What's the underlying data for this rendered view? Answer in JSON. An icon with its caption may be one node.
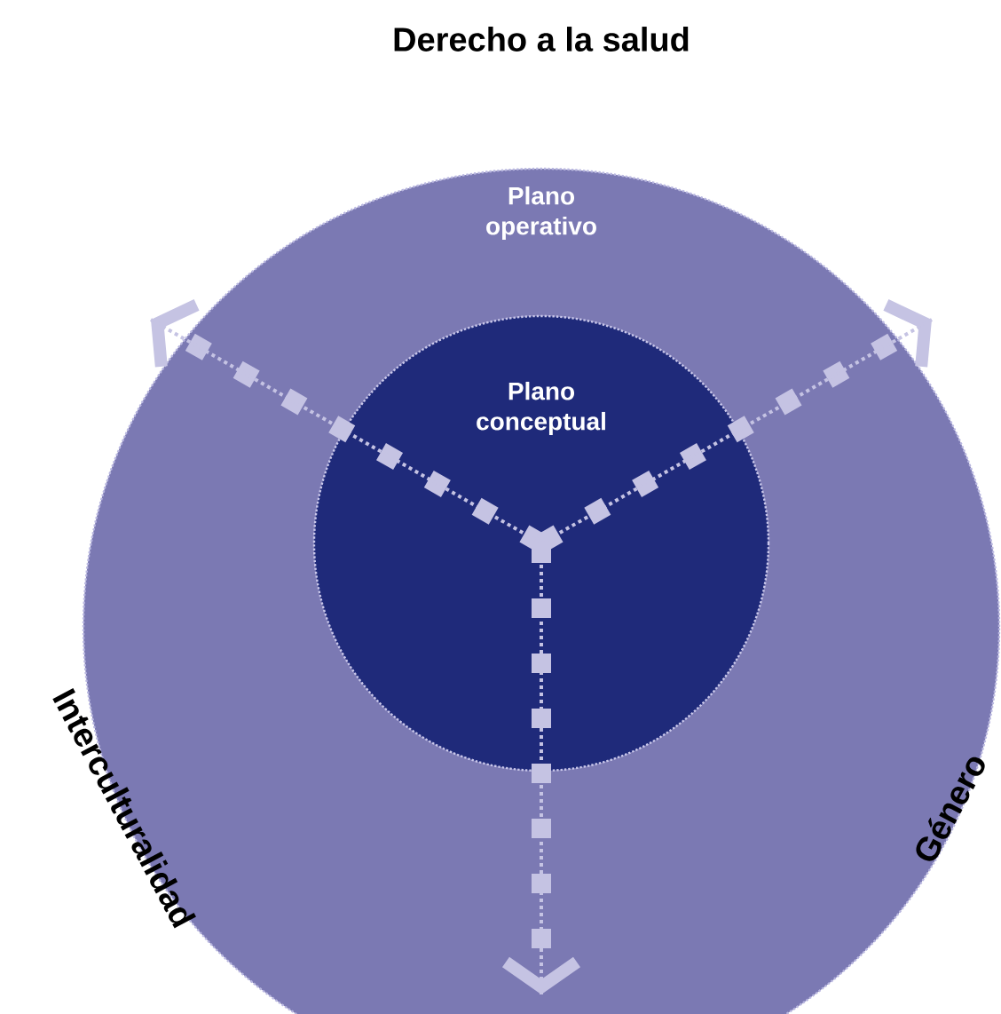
{
  "diagram": {
    "title": "Derecho a la salud",
    "nodes": [
      {
        "text": [
          "Plano operativo"
        ]
      },
      {
        "text": [
          "Plano conceptual"
        ],
        "in": 0
      }
    ],
    "edges": [
      {
        "from": 1,
        "to": null,
        "arrow": "to",
        "style": "dashed"
      },
      {
        "from": 1,
        "to": null,
        "arrow": "to",
        "style": "dashed"
      },
      {
        "from": 1,
        "to": null,
        "arrow": "to",
        "style": "dashed"
      }
    ],
    "labels": [
      "Interculturalidad",
      "Género"
    ]
  }
}
